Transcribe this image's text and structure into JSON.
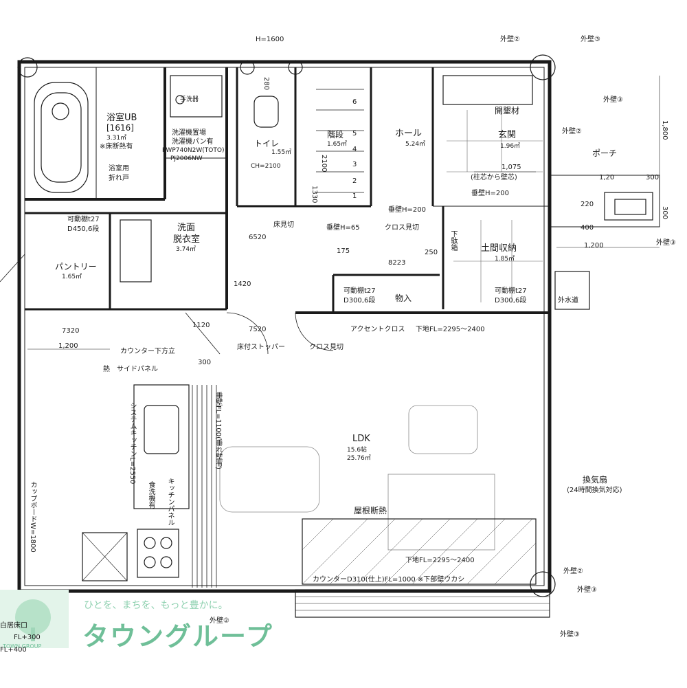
{
  "rooms": {
    "bath": {
      "name": "浴室UB",
      "size": "[1616]",
      "area": "3.31㎡",
      "note": "※床断熱有"
    },
    "bath_door": {
      "name": "浴室用",
      "name2": "折れ戸"
    },
    "washer": {
      "title": "洗濯機置場",
      "l1": "洗濯機パン有",
      "l2": "PWP740N2W(TOTO)",
      "l3": "PJ2006NW"
    },
    "sink": {
      "name": "洗面",
      "name2": "脱衣室",
      "area": "3.74㎡"
    },
    "toilet": {
      "name": "トイレ",
      "area": "1.55㎡",
      "ch": "CH=2100",
      "water": "手洗器"
    },
    "stairs": {
      "name": "階段",
      "area": "1.65㎡"
    },
    "hall": {
      "name": "ホール",
      "area": "5.24㎡"
    },
    "entrance": {
      "name": "玄関",
      "area": "1.96㎡",
      "tile": "開墾材"
    },
    "porch": {
      "name": "ポーチ"
    },
    "pantry": {
      "name": "パントリー",
      "area": "1.65㎡"
    },
    "storage": {
      "name": "物入"
    },
    "dirt_storage": {
      "name": "土間収納",
      "area": "1.85㎡"
    },
    "ldk": {
      "name": "LDK",
      "tatami": "15.6帖",
      "area": "25.76㎡"
    }
  },
  "notes": {
    "h1600": "H=1600",
    "ext2_top": "外壁②",
    "ext3_top": "外壁③",
    "ext3_a": "外壁③",
    "ext2_a": "外壁②",
    "ext3_b": "外壁③",
    "ext2_b": "外壁②",
    "ext3_c": "外壁③",
    "ext2_bottom": "外壁②",
    "ext3_bottom": "外壁③",
    "shelf_pantry": "可動棚t27",
    "shelf_pantry2": "D450,6段",
    "shelf_storage": "可動棚t27",
    "shelf_storage2": "D300,6段",
    "shelf_dirt": "可動棚t27",
    "shelf_dirt2": "D300,6段",
    "wall_h200a": "垂壁H=200",
    "wall_h200b": "垂壁H=200",
    "wall_h65": "垂壁H=65",
    "floor_cut": "床見切",
    "cross_cut": "クロス見切",
    "cross_cut2": "クロス見切",
    "floor_stopper": "床付ストッパー",
    "accent_cross": "アクセントクロス",
    "lower_fl": "下地FL=2295～2400",
    "lower_fl2": "下地FL=2295～2400",
    "counter_support": "カウンター下方立",
    "side_panel": "サイドパネル",
    "heat": "熱",
    "ventilation": "換気扇",
    "ventilation2": "(24時間換気対応)",
    "insulation": "屋根断熱",
    "counter": "カウンターD310(仕上)FL=1000 ※下部壁ウカシ",
    "water_meter": "外水道",
    "pillar_note": "(柱芯から壁芯)",
    "system_kitchen": "システムキッチンL=2550",
    "dishwasher": "食洗機有",
    "kitchen_panel": "キッチンパネル",
    "cup_board": "カップボードW=1800",
    "shoebox": "下駄箱",
    "hanging_wall": "垂壁FL=1100(垂れ壁有)"
  },
  "dims": {
    "d1200a": "1,200",
    "d1200b": "1,200",
    "d1200c": "1,20",
    "d1075": "1,075",
    "d300a": "300",
    "d300b": "300",
    "d300c": "300",
    "d1800": "1,800",
    "d175": "175",
    "d250": "250",
    "d1420": "1420",
    "d1120": "1120",
    "d7520": "7520",
    "d7320": "7320",
    "d6520": "6520",
    "d8223": "8223",
    "d2100": "2100",
    "d400": "400",
    "d220": "220",
    "d280": "280",
    "d1330": "1330"
  },
  "stair_steps": [
    "1",
    "2",
    "3",
    "4",
    "5",
    "6"
  ],
  "logo": {
    "slogan": "ひとを、まちを、もっと豊かに。",
    "name": "タウングループ",
    "group": "TOWN GROUP",
    "sub1": "白居床口",
    "sub2": "FL+400",
    "sub3": "FL+300"
  },
  "colors": {
    "line": "#1a1a1a",
    "hatch": "#444444",
    "logo": "#6fbf98"
  }
}
